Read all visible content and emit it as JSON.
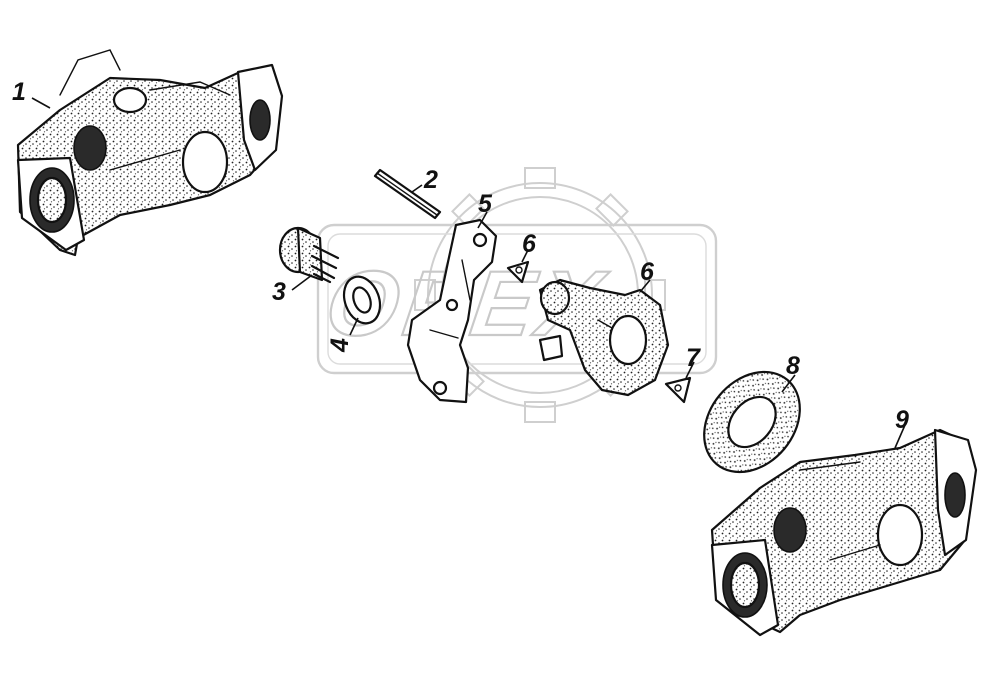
{
  "watermark": {
    "text": "OPEX"
  },
  "callouts": [
    {
      "id": "1",
      "label": "1"
    },
    {
      "id": "2",
      "label": "2"
    },
    {
      "id": "3",
      "label": "3"
    },
    {
      "id": "4",
      "label": "4"
    },
    {
      "id": "5",
      "label": "5"
    },
    {
      "id": "6a",
      "label": "6"
    },
    {
      "id": "6b",
      "label": "6"
    },
    {
      "id": "7",
      "label": "7"
    },
    {
      "id": "8",
      "label": "8"
    },
    {
      "id": "9",
      "label": "9"
    }
  ],
  "colors": {
    "ink": "#111111",
    "watermark": "#c9c9c9",
    "background": "#ffffff"
  }
}
